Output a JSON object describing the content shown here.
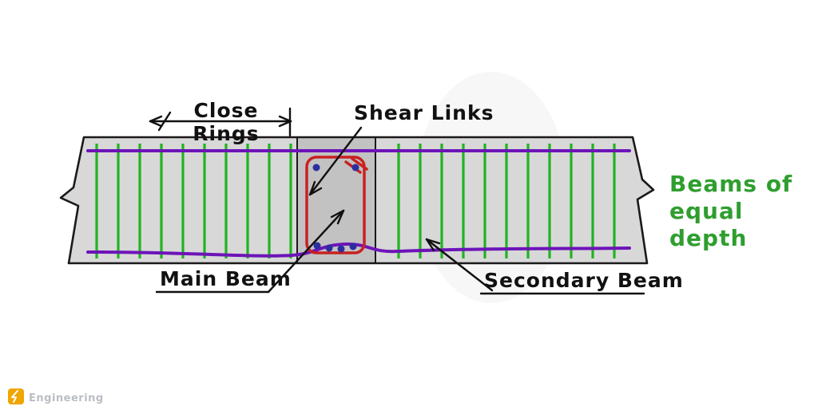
{
  "annotations": {
    "close_rings": {
      "line1": "Close",
      "line2": "Rings"
    },
    "shear_links": "Shear Links",
    "main_beam": "Main Beam",
    "secondary_beam": "Secondary Beam",
    "equal_depth": {
      "line1": "Beams of",
      "line2": "equal",
      "line3": "depth"
    }
  },
  "watermark": {
    "brand": "Engineering"
  },
  "colors": {
    "beam_fill": "#d8d8d8",
    "section_fill": "#c2c2c2",
    "outline": "#1a1a1a",
    "stirrup_green": "#1fb41f",
    "rebar_purple": "#6d14b8",
    "shear_link_red": "#c92121",
    "rebar_dot_blue": "#2b2f9e",
    "green_text": "#2f9e2f",
    "label_ink": "#111111",
    "watermark_orange": "#f0a500",
    "watermark_gray": "#b9bec4"
  }
}
